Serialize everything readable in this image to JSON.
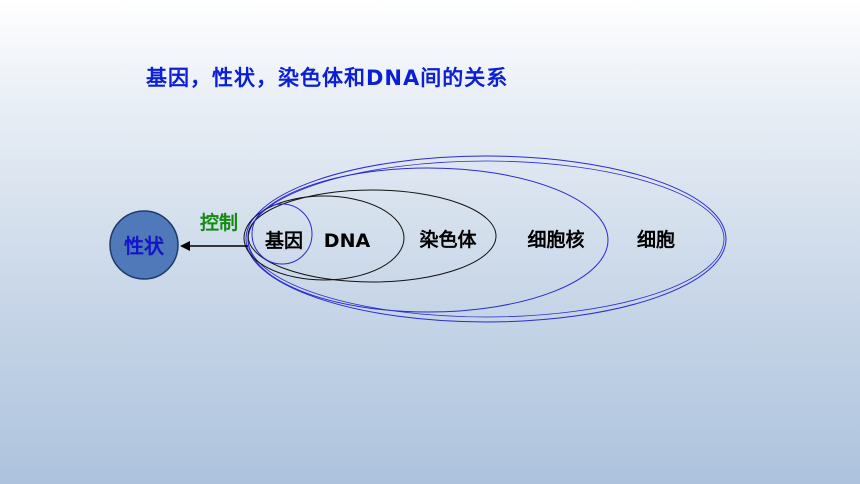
{
  "title": "基因，性状，染色体和DNA间的关系",
  "nodes": {
    "trait": "性状",
    "control": "控制",
    "gene": "基因",
    "dna": "DNA",
    "chromosome": "染色体",
    "nucleus": "细胞核",
    "cell": "细胞"
  },
  "colors": {
    "title": "#0a1fd6",
    "ring_blue": "#2b2bd0",
    "ring_black": "#111111",
    "trait_fill": "#4f79b8",
    "trait_stroke": "#1f3a6b",
    "control_text": "#138a13"
  }
}
